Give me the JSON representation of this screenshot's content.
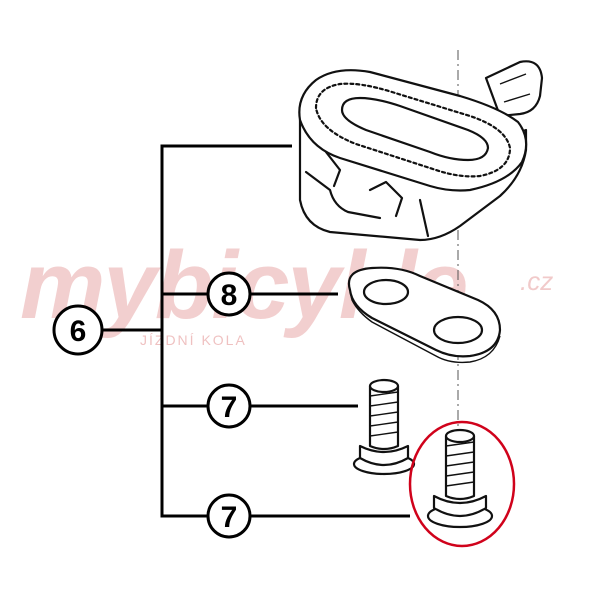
{
  "callouts": {
    "assembly": "6",
    "spacer": "8",
    "screw_upper": "7",
    "screw_lower": "7"
  },
  "watermark": {
    "brand": "mybicykle",
    "tld": ".cz",
    "tagline": "JÍZDNÍ KOLA"
  },
  "colors": {
    "highlight_ring": "#d0021b",
    "watermark": "#e9a8a8",
    "line_art": "#111111"
  }
}
